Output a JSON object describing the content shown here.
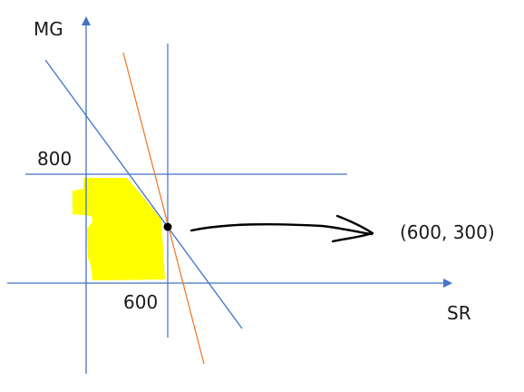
{
  "labels": {
    "y_axis": "MG",
    "x_axis": "SR",
    "y_tick": "800",
    "x_tick": "600",
    "point": "(600, 300)"
  },
  "colors": {
    "axis": "#4472c4",
    "blue_line": "#4472c4",
    "orange_line": "#ed7d31",
    "highlight": "#ffff00",
    "ink": "#000000"
  }
}
